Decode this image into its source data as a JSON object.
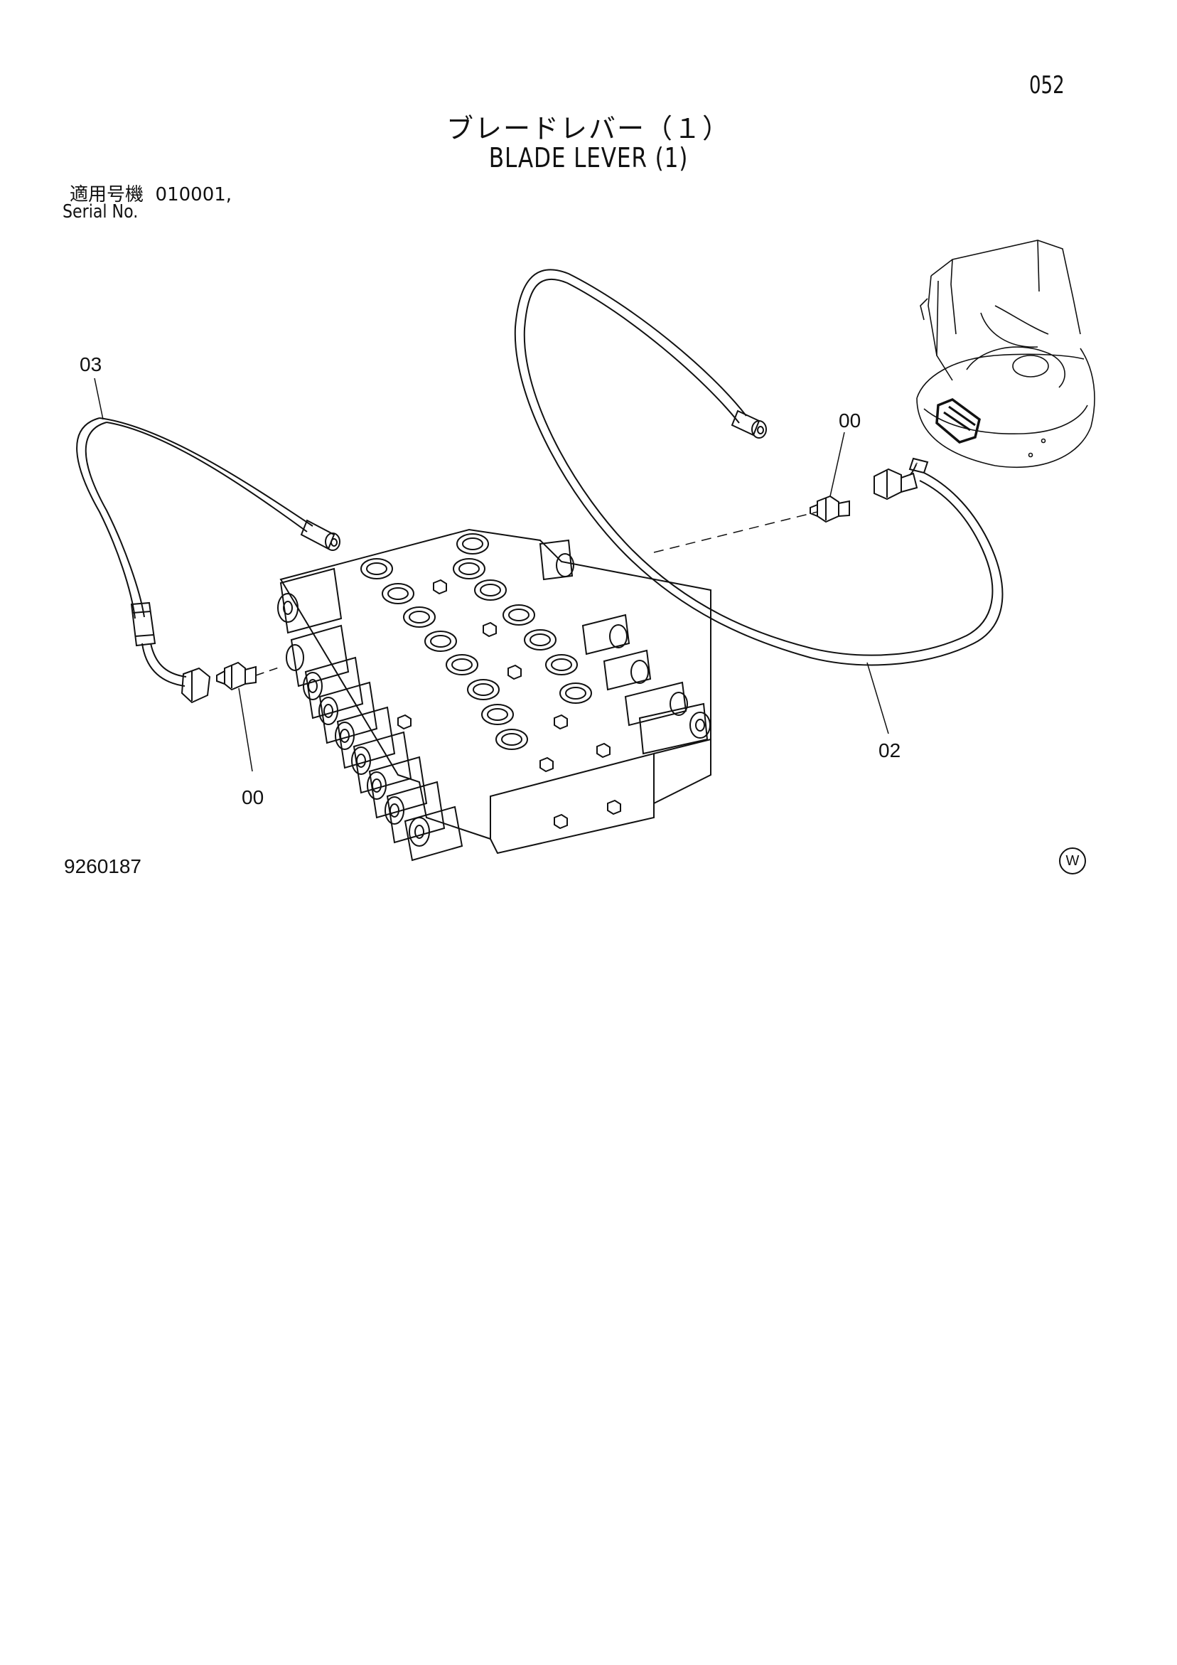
{
  "header": {
    "page_number": "052",
    "title_ja": "ブレードレバー（１）",
    "title_en": "BLADE LEVER (1)",
    "serial_label_ja": "適用号機",
    "serial_value": "010001,",
    "serial_label_en": "Serial No."
  },
  "callouts": {
    "hose_left": "03",
    "fitting_left": "00",
    "fitting_right": "00",
    "hose_right": "02"
  },
  "footer": {
    "figure_id": "9260187",
    "mark": "W"
  }
}
